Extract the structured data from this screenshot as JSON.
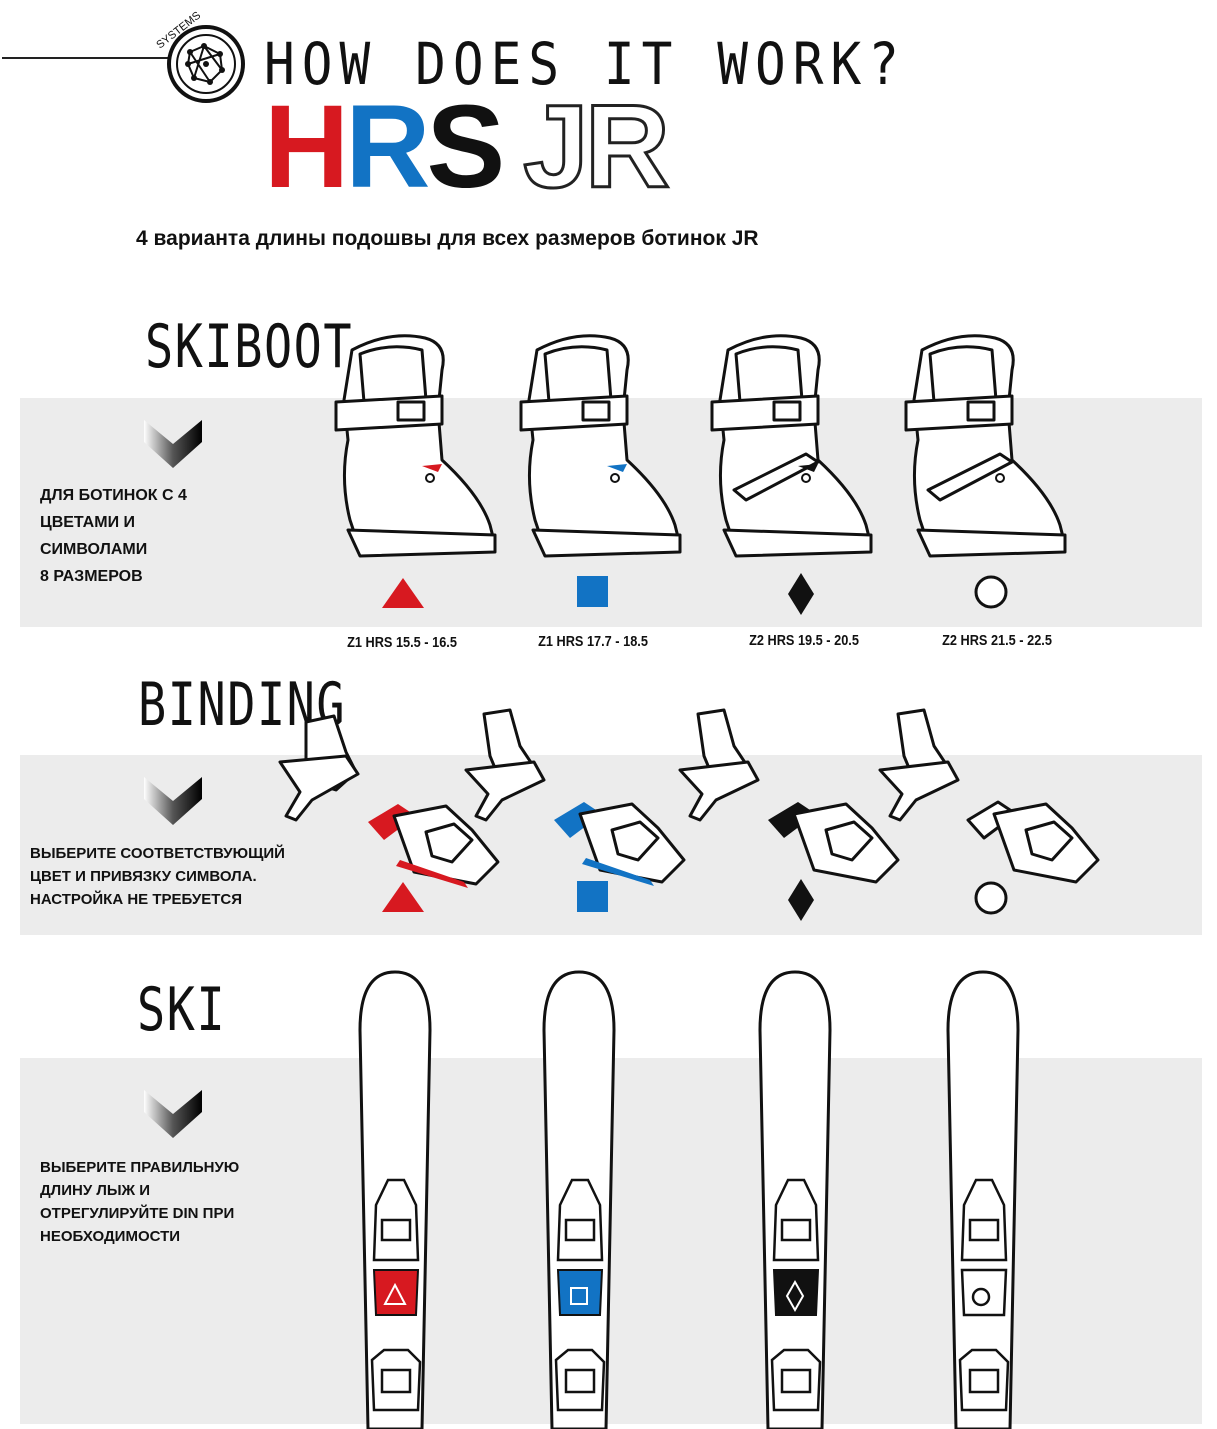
{
  "header": {
    "badge_text": "SYSTEMS",
    "heading": "HOW DOES IT WORK?",
    "logo": {
      "h": "H",
      "r": "R",
      "s": "S",
      "jr": "JR"
    },
    "subtitle": "4 варианта длины подошвы для всех размеров ботинок JR"
  },
  "colors": {
    "red": "#d71920",
    "blue": "#1273c4",
    "black": "#111111",
    "band": "#ececec"
  },
  "sections": {
    "skiboot": {
      "title": "SKIBOOT",
      "instruction_lines": [
        "ДЛЯ БОТИНОК С 4",
        "ЦВЕТАМИ И",
        "СИМВОЛАМИ",
        "8 РАЗМЕРОВ"
      ],
      "sizes": [
        "Z1 HRS 15.5 - 16.5",
        "Z1 HRS 17.7 - 18.5",
        "Z2 HRS 19.5 - 20.5",
        "Z2 HRS 21.5 - 22.5"
      ]
    },
    "binding": {
      "title": "BINDING",
      "instruction_lines": [
        "ВЫБЕРИТЕ СООТВЕТСТВУЮЩИЙ",
        "ЦВЕТ И ПРИВЯЗКУ СИМВОЛА.",
        "НАСТРОЙКА НЕ ТРЕБУЕТСЯ"
      ]
    },
    "ski": {
      "title": "SKI",
      "instruction_lines": [
        "ВЫБЕРИТЕ ПРАВИЛЬНУЮ",
        "ДЛИНУ ЛЫЖ И",
        "ОТРЕГУЛИРУЙТЕ DIN ПРИ",
        "НЕОБХОДИМОСТИ"
      ]
    }
  },
  "variants": [
    {
      "symbol": "triangle-icon",
      "color": "#d71920"
    },
    {
      "symbol": "square-icon",
      "color": "#1273c4"
    },
    {
      "symbol": "diamond-icon",
      "color": "#111111"
    },
    {
      "symbol": "circle-icon",
      "color": "#ffffff"
    }
  ]
}
